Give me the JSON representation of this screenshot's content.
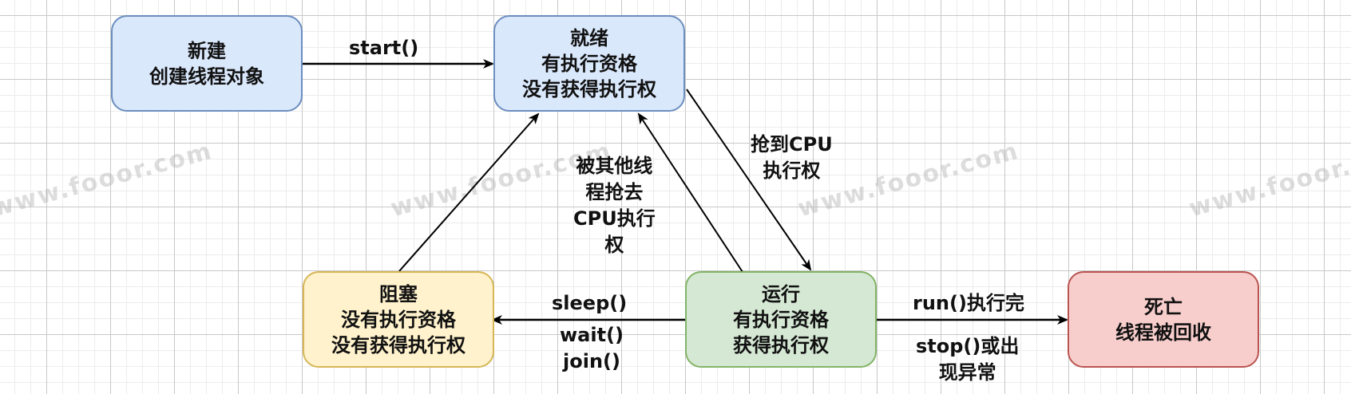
{
  "watermark": "www.fooor.com",
  "nodes": {
    "new": {
      "lines": [
        "新建",
        "创建线程对象"
      ],
      "color": "#dae8fc"
    },
    "ready": {
      "lines": [
        "就绪",
        "有执行资格",
        "没有获得执行权"
      ],
      "color": "#dae8fc"
    },
    "blocked": {
      "lines": [
        "阻塞",
        "没有执行资格",
        "没有获得执行权"
      ],
      "color": "#fff2cc"
    },
    "running": {
      "lines": [
        "运行",
        "有执行资格",
        "获得执行权"
      ],
      "color": "#d5e8d4"
    },
    "dead": {
      "lines": [
        "死亡",
        "线程被回收"
      ],
      "color": "#f8cecc"
    }
  },
  "edges": {
    "start": {
      "label": "start()"
    },
    "grab_cpu": {
      "lines": [
        "抢到CPU",
        "执行权"
      ]
    },
    "preempted": {
      "lines": [
        "被其他线",
        "程抢去",
        "CPU执行",
        "权"
      ]
    },
    "sleep": {
      "label_above": "sleep()",
      "label_below": [
        "wait()",
        "join()"
      ]
    },
    "finish": {
      "label_above": "run()执行完",
      "label_below": [
        "stop()或出",
        "现异常"
      ]
    }
  }
}
